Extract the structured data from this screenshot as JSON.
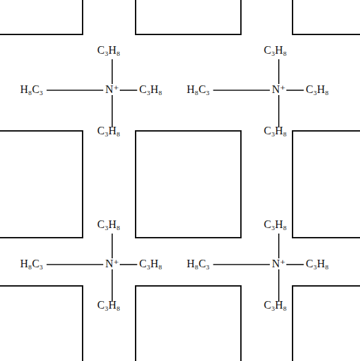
{
  "diagram": {
    "labels": [
      "C₃H₈",
      "H₈C₃",
      "N⁺",
      "C₃H₈",
      "C₃H₈",
      "C₃H₈",
      "H₈C₃",
      "N⁺",
      "C₃H₈",
      "C₃H₈",
      "C₃H₈",
      "H₈C₃",
      "N⁺",
      "C₃H₈",
      "C₃H₈",
      "C₃H₈",
      "H₈C₃",
      "N⁺",
      "C₃H₈",
      "C₃H₈"
    ]
  }
}
